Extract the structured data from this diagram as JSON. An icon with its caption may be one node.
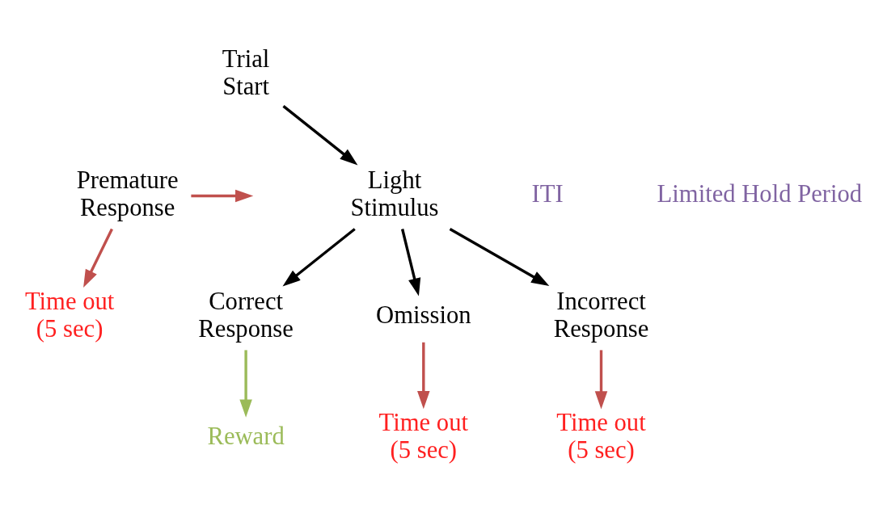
{
  "diagram": {
    "nodes": [
      {
        "text": [
          "Trial Start"
        ]
      },
      {
        "text": [
          "Premature Response"
        ]
      },
      {
        "text": [
          "Light Stimulus"
        ]
      },
      {
        "text": [
          "Time out (5 sec)"
        ]
      },
      {
        "text": [
          "Correct Response"
        ]
      },
      {
        "text": [
          "Omission"
        ]
      },
      {
        "text": [
          "Incorrect Response"
        ]
      },
      {
        "text": [
          "Reward"
        ]
      },
      {
        "text": [
          "Time out (5 sec)"
        ]
      },
      {
        "text": [
          "Time out (5 sec)"
        ]
      }
    ],
    "edges": [
      {
        "from": 0,
        "to": 2,
        "arrow": "to"
      },
      {
        "from": 1,
        "to": null,
        "arrow": "to",
        "color": "#c0504d"
      },
      {
        "from": 1,
        "to": 3,
        "arrow": "to",
        "color": "#c0504d"
      },
      {
        "from": 2,
        "to": 4,
        "arrow": "to"
      },
      {
        "from": 2,
        "to": 5,
        "arrow": "to"
      },
      {
        "from": 2,
        "to": 6,
        "arrow": "to"
      },
      {
        "from": 4,
        "to": 7,
        "arrow": "to",
        "color": "#9bbb59"
      },
      {
        "from": 5,
        "to": 8,
        "arrow": "to",
        "color": "#c0504d"
      },
      {
        "from": 6,
        "to": 9,
        "arrow": "to",
        "color": "#c0504d"
      }
    ],
    "labels": [
      "ITI",
      "Limited Hold Period"
    ]
  }
}
